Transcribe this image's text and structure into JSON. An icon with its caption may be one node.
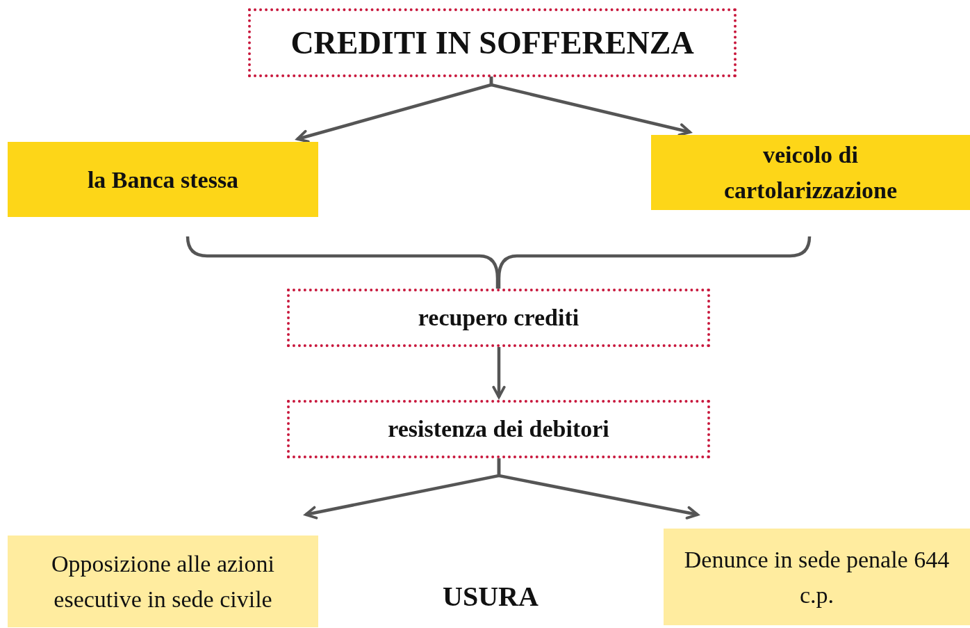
{
  "diagram": {
    "nodes": [
      {
        "text": [
          "CREDITI IN SOFFERENZA"
        ]
      },
      {
        "text": [
          "la Banca stessa"
        ]
      },
      {
        "text": [
          "veicolo di cartolarizzazione"
        ]
      },
      {
        "text": [
          "recupero crediti"
        ]
      },
      {
        "text": [
          "resistenza dei debitori"
        ]
      },
      {
        "text": [
          "Opposizione alle azioni esecutive in sede civile"
        ]
      },
      {
        "text": [
          "Denunce in sede penale 644 c.p."
        ]
      }
    ],
    "edges": [
      {
        "from": 0,
        "to": 1,
        "arrow": "to"
      },
      {
        "from": 0,
        "to": 2,
        "arrow": "to"
      },
      {
        "from": 1,
        "to": 3,
        "arrow": "none"
      },
      {
        "from": 2,
        "to": 3,
        "arrow": "none"
      },
      {
        "from": 3,
        "to": 4,
        "arrow": "to"
      },
      {
        "from": 4,
        "to": 5,
        "arrow": "to"
      },
      {
        "from": 4,
        "to": 6,
        "arrow": "to"
      }
    ],
    "labels": [
      "USURA"
    ]
  }
}
